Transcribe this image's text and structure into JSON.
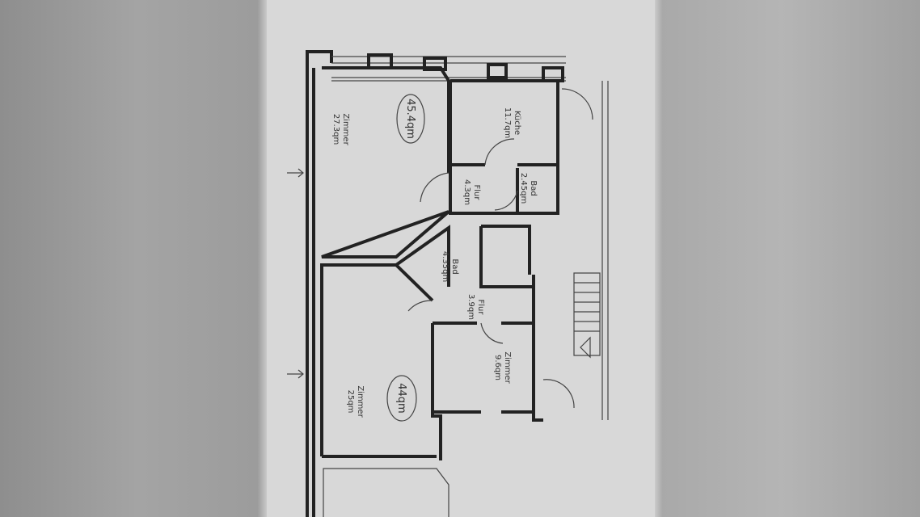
{
  "floor_plan": {
    "units": [
      {
        "total": "45.4qm",
        "rooms": [
          {
            "name": "Zimmer",
            "area": "27.3qm"
          },
          {
            "name": "Küche",
            "area": "11.7qm"
          },
          {
            "name": "Flur",
            "area": "4.3qm"
          },
          {
            "name": "Bad",
            "area": "2.45qm"
          }
        ]
      },
      {
        "total": "44qm",
        "rooms": [
          {
            "name": "Bad",
            "area": "4.35qm"
          },
          {
            "name": "Flur",
            "area": "3.9qm"
          },
          {
            "name": "Zimmer",
            "area": "9.6qm"
          },
          {
            "name": "Zimmer",
            "area": "25qm"
          }
        ]
      }
    ],
    "colors": {
      "paper": "#d9d9d9",
      "ink": "#222222",
      "background": "#9c9c9c"
    }
  }
}
